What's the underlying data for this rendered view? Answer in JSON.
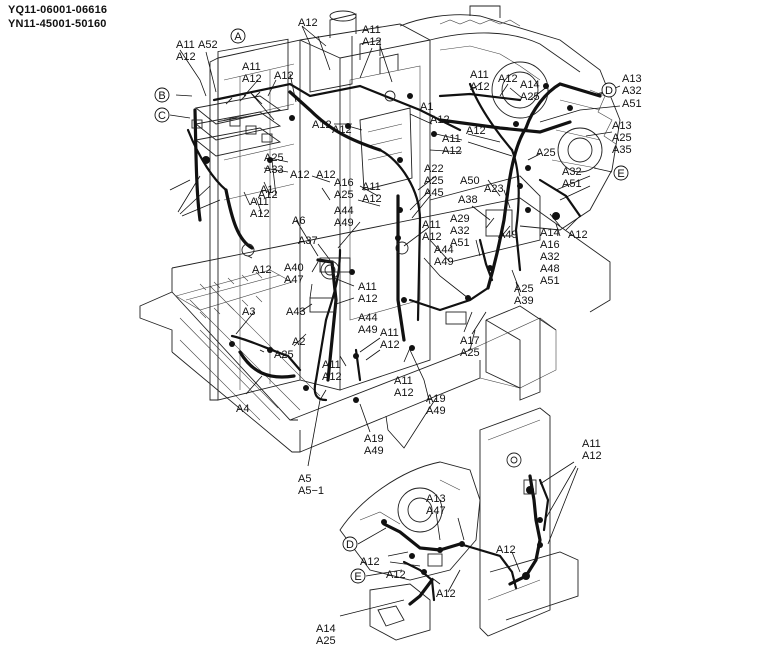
{
  "header": {
    "line1": "YQ11-06001-06616",
    "line2": "YN11-45001-50160"
  },
  "callouts": [
    {
      "id": "A",
      "text": "A"
    },
    {
      "id": "B",
      "text": "B"
    },
    {
      "id": "C",
      "text": "C"
    },
    {
      "id": "D",
      "text": "D"
    },
    {
      "id": "E",
      "text": "E"
    },
    {
      "id": "D2",
      "text": "D"
    },
    {
      "id": "E2",
      "text": "E"
    }
  ],
  "labels": [
    {
      "id": "l1",
      "lines": [
        "A11",
        "A12"
      ]
    },
    {
      "id": "l2",
      "lines": [
        "A52"
      ]
    },
    {
      "id": "l3",
      "lines": [
        "A11",
        "A12"
      ]
    },
    {
      "id": "l4",
      "lines": [
        "A12"
      ]
    },
    {
      "id": "l5",
      "lines": [
        "A12"
      ]
    },
    {
      "id": "l6",
      "lines": [
        "A11",
        "A12"
      ]
    },
    {
      "id": "l7",
      "lines": [
        "A1"
      ]
    },
    {
      "id": "l8",
      "lines": [
        "A12"
      ]
    },
    {
      "id": "l9",
      "lines": [
        "A12"
      ]
    },
    {
      "id": "l10",
      "lines": [
        "A12"
      ]
    },
    {
      "id": "l11",
      "lines": [
        "A11",
        "A12"
      ]
    },
    {
      "id": "l12",
      "lines": [
        "A25",
        "A33"
      ]
    },
    {
      "id": "l13",
      "lines": [
        "A12"
      ]
    },
    {
      "id": "l14",
      "lines": [
        "A1"
      ]
    },
    {
      "id": "l15",
      "lines": [
        "A12"
      ]
    },
    {
      "id": "l16",
      "lines": [
        "A11",
        "A12"
      ]
    },
    {
      "id": "l17",
      "lines": [
        "A12"
      ]
    },
    {
      "id": "l18",
      "lines": [
        "A16",
        "A25"
      ]
    },
    {
      "id": "l19",
      "lines": [
        "A11",
        "A12"
      ]
    },
    {
      "id": "l20",
      "lines": [
        "A6"
      ]
    },
    {
      "id": "l21",
      "lines": [
        "A44",
        "A49"
      ]
    },
    {
      "id": "l22",
      "lines": [
        "A22",
        "A25",
        "A45"
      ]
    },
    {
      "id": "l23",
      "lines": [
        "A11",
        "A12"
      ]
    },
    {
      "id": "l24",
      "lines": [
        "A37"
      ]
    },
    {
      "id": "l25",
      "lines": [
        "A12"
      ]
    },
    {
      "id": "l26",
      "lines": [
        "A40",
        "A47"
      ]
    },
    {
      "id": "l27",
      "lines": [
        "A11",
        "A12"
      ]
    },
    {
      "id": "l28",
      "lines": [
        "A44",
        "A49"
      ]
    },
    {
      "id": "l29",
      "lines": [
        "A3"
      ]
    },
    {
      "id": "l30",
      "lines": [
        "A43"
      ]
    },
    {
      "id": "l31",
      "lines": [
        "A2"
      ]
    },
    {
      "id": "l32",
      "lines": [
        "A25"
      ]
    },
    {
      "id": "l33",
      "lines": [
        "A44",
        "A49"
      ]
    },
    {
      "id": "l34",
      "lines": [
        "A11",
        "A12"
      ]
    },
    {
      "id": "l35",
      "lines": [
        "A11",
        "A12"
      ]
    },
    {
      "id": "l36",
      "lines": [
        "A4"
      ]
    },
    {
      "id": "l37",
      "lines": [
        "A11",
        "A12"
      ]
    },
    {
      "id": "l38",
      "lines": [
        "A19",
        "A49"
      ]
    },
    {
      "id": "l39",
      "lines": [
        "A19",
        "A49"
      ]
    },
    {
      "id": "l40",
      "lines": [
        "A5",
        "A5−1"
      ]
    },
    {
      "id": "l41",
      "lines": [
        "A11",
        "A12"
      ]
    },
    {
      "id": "l42",
      "lines": [
        "A12"
      ]
    },
    {
      "id": "l43",
      "lines": [
        "A14",
        "A25"
      ]
    },
    {
      "id": "l44",
      "lines": [
        "A13",
        "A32"
      ]
    },
    {
      "id": "l45",
      "lines": [
        "A51"
      ]
    },
    {
      "id": "l46",
      "lines": [
        "A12"
      ]
    },
    {
      "id": "l47",
      "lines": [
        "A25"
      ]
    },
    {
      "id": "l48",
      "lines": [
        "A13",
        "A25",
        "A35"
      ]
    },
    {
      "id": "l49",
      "lines": [
        "A50"
      ]
    },
    {
      "id": "l50",
      "lines": [
        "A23"
      ]
    },
    {
      "id": "l51",
      "lines": [
        "A32",
        "A51"
      ]
    },
    {
      "id": "l52",
      "lines": [
        "A38"
      ]
    },
    {
      "id": "l53",
      "lines": [
        "A29",
        "A32",
        "A51"
      ]
    },
    {
      "id": "l54",
      "lines": [
        "A49"
      ]
    },
    {
      "id": "l55",
      "lines": [
        "A14",
        "A16",
        "A32",
        "A48",
        "A51"
      ]
    },
    {
      "id": "l56",
      "lines": [
        "A12"
      ]
    },
    {
      "id": "l57",
      "lines": [
        "A25",
        "A39"
      ]
    },
    {
      "id": "l58",
      "lines": [
        "A17",
        "A25"
      ]
    },
    {
      "id": "l59",
      "lines": [
        "A11",
        "A12"
      ]
    },
    {
      "id": "l60",
      "lines": [
        "A13",
        "A47"
      ]
    },
    {
      "id": "l61",
      "lines": [
        "A12"
      ]
    },
    {
      "id": "l62",
      "lines": [
        "A12"
      ]
    },
    {
      "id": "l63",
      "lines": [
        "A12"
      ]
    },
    {
      "id": "l64",
      "lines": [
        "A12"
      ]
    },
    {
      "id": "l65",
      "lines": [
        "A14",
        "A25"
      ]
    }
  ]
}
